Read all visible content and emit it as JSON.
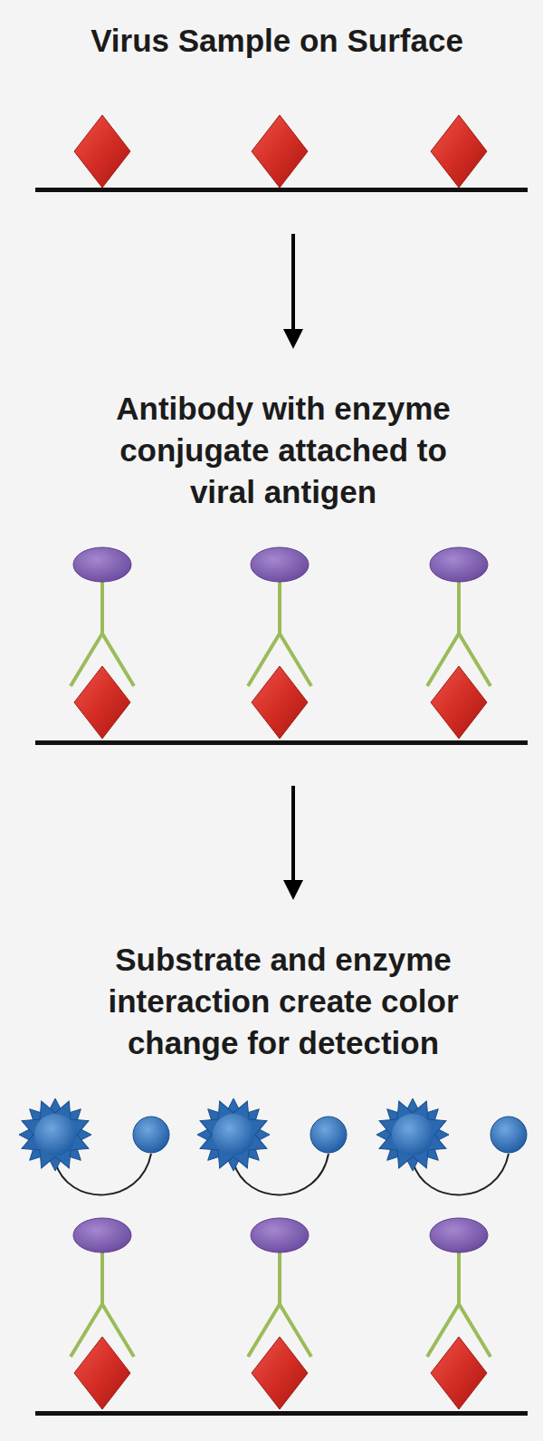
{
  "diagram": {
    "nodes": [
      {
        "text": [
          "Virus Sample on Surface"
        ]
      },
      {
        "text": [
          "Antibody with enzyme conjugate attached to viral antigen"
        ]
      },
      {
        "text": [
          "Substrate and enzyme interaction create color change for detection"
        ]
      }
    ],
    "edges": [
      {
        "from": 0,
        "to": 1,
        "arrow": "to"
      },
      {
        "from": 1,
        "to": 2,
        "arrow": "to"
      }
    ]
  }
}
